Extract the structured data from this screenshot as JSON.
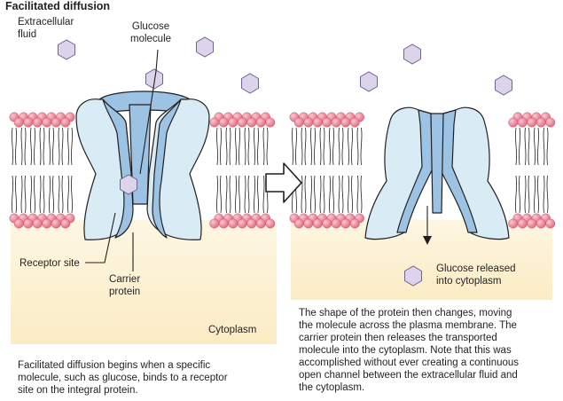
{
  "title": "Facilitated diffusion",
  "panel_left": {
    "labels": {
      "extracellular_line1": "Extracellular",
      "extracellular_line2": "fluid",
      "glucose_line1": "Glucose",
      "glucose_line2": "molecule",
      "receptor": "Receptor site",
      "carrier_line1": "Carrier",
      "carrier_line2": "protein",
      "cytoplasm": "Cytoplasm"
    },
    "caption": [
      "Facilitated diffusion begins when a specific",
      "molecule, such as glucose, binds to a receptor",
      "site on the integral protein."
    ]
  },
  "panel_right": {
    "labels": {
      "released_line1": "Glucose released",
      "released_line2": "into cytoplasm"
    },
    "caption": [
      "The shape of the protein then changes, moving",
      "the molecule across the plasma membrane. The",
      "carrier protein then releases the transported",
      "molecule into the cytoplasm. Note that this was",
      "accomplished without ever creating a continuous",
      "open channel between the extracellular fluid and",
      "the cytoplasm."
    ]
  },
  "colors": {
    "cytoplasm_fill": "#fdf3d6",
    "lipid_head": "#ee8a9d",
    "protein_light": "#d9ecf6",
    "protein_dark": "#9cc3e4",
    "glucose": "#ddd4ec",
    "outline": "#231f20"
  }
}
